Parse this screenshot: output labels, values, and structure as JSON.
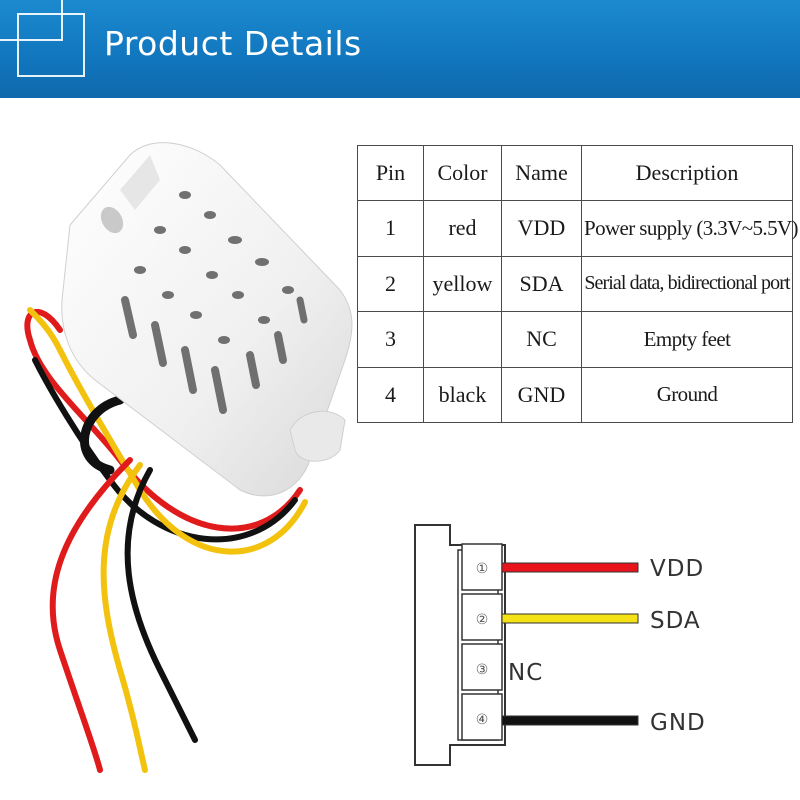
{
  "header": {
    "title": "Product Details",
    "background_color": "#1176bd"
  },
  "table": {
    "headers": [
      "Pin",
      "Color",
      "Name",
      "Description"
    ],
    "rows": [
      {
        "pin": "1",
        "color": "red",
        "name": "VDD",
        "description": "Power supply (3.3V~5.5V)"
      },
      {
        "pin": "2",
        "color": "yellow",
        "name": "SDA",
        "description": "Serial data, bidirectional port"
      },
      {
        "pin": "3",
        "color": "",
        "name": "NC",
        "description": "Empty feet"
      },
      {
        "pin": "4",
        "color": "black",
        "name": "GND",
        "description": "Ground"
      }
    ]
  },
  "connector": {
    "pins": [
      {
        "number": "①",
        "label": "VDD",
        "wire_color": "#e8141b"
      },
      {
        "number": "②",
        "label": "SDA",
        "wire_color": "#f4e116"
      },
      {
        "number": "③",
        "label": "NC",
        "wire_color": ""
      },
      {
        "number": "④",
        "label": "GND",
        "wire_color": "#111111"
      }
    ]
  },
  "colors": {
    "sensor_body": "#f2f2f2",
    "wire_red": "#e01b1b",
    "wire_yellow": "#f2c20f",
    "wire_black": "#111111"
  }
}
